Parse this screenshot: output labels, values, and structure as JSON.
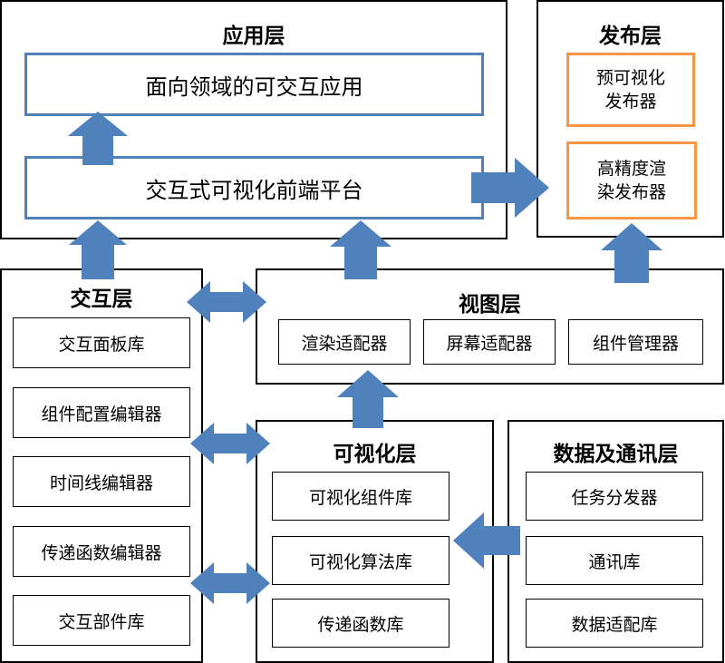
{
  "app_layer": {
    "title": "应用层",
    "domain_apps": "面向领域的可交互应用",
    "frontend_platform": "交互式可视化前端平台"
  },
  "publish_layer": {
    "title": "发布层",
    "pre_vis_publisher": "预可视化\n发布器",
    "hq_render_publisher": "高精度渲\n染发布器"
  },
  "interaction_layer": {
    "title": "交互层",
    "items": [
      "交互面板库",
      "组件配置编辑器",
      "时间线编辑器",
      "传递函数编辑器",
      "交互部件库"
    ]
  },
  "view_layer": {
    "title": "视图层",
    "items": [
      "渲染适配器",
      "屏幕适配器",
      "组件管理器"
    ]
  },
  "vis_layer": {
    "title": "可视化层",
    "items": [
      "可视化组件库",
      "可视化算法库",
      "传递函数库"
    ]
  },
  "data_layer": {
    "title": "数据及通讯层",
    "items": [
      "任务分发器",
      "通讯库",
      "数据适配库"
    ]
  },
  "colors": {
    "arrow": "#4f81bd",
    "blue_border": "#4f81bd",
    "orange_border": "#f79646"
  }
}
